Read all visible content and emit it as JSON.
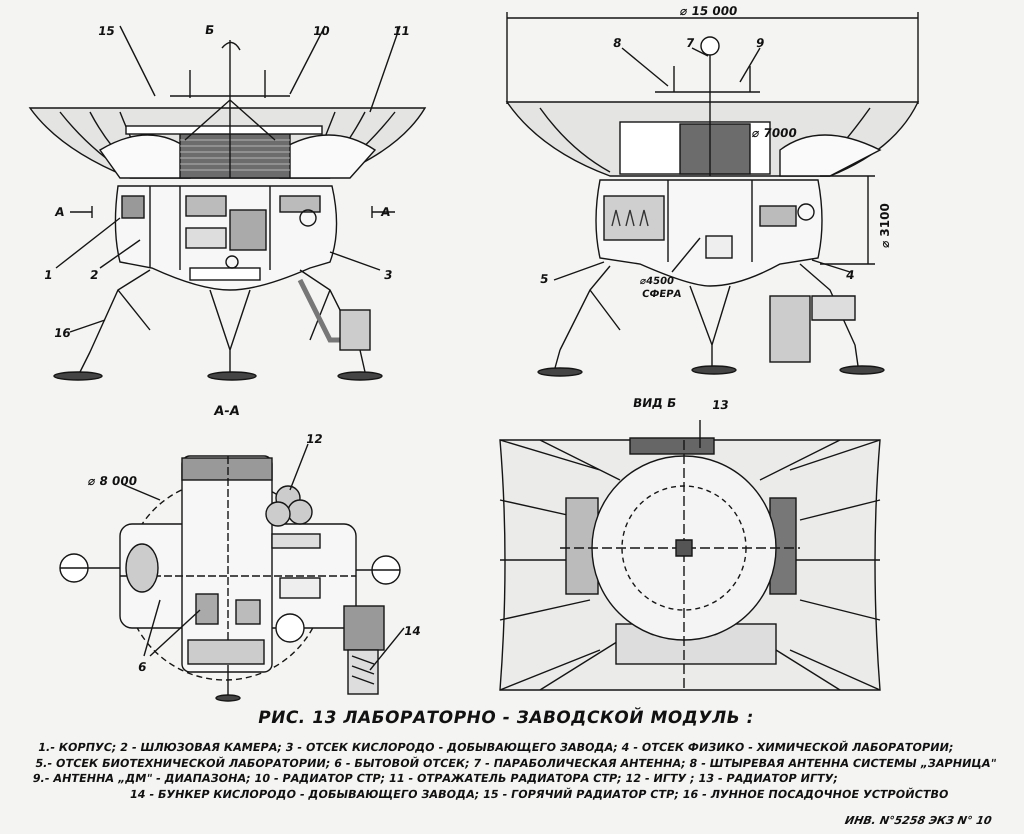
{
  "title": "РИС. 13 ЛАБОРАТОРНО - ЗАВОДСКОЙ МОДУЛЬ :",
  "legend": [
    "1.- КОРПУС; 2 - ШЛЮЗОВАЯ КАМЕРА; 3 - ОТСЕК КИСЛОРОДО - ДОБЫВАЮЩЕГО ЗАВОДА; 4 - ОТСЕК ФИЗИКО - ХИМИЧЕСКОЙ ЛАБОРАТОРИИ;",
    "5.- ОТСЕК БИОТЕХНИЧЕСКОЙ ЛАБОРАТОРИИ; 6 - БЫТОВОЙ ОТСЕК; 7 - ПАРАБОЛИЧЕСКАЯ АНТЕННА; 8 - ШТЫРЕВАЯ АНТЕННА СИСТЕМЫ „ЗАРНИЦА\"",
    "9.- АНТЕННА „ДМ\" - ДИАПАЗОНА; 10 - РАДИАТОР СТР; 11 - ОТРАЖАТЕЛЬ РАДИАТОРА СТР; 12 - ИГТУ ;     13 - РАДИАТОР ИГТУ;",
    "14 - БУНКЕР КИСЛОРОДО - ДОБЫВАЮЩЕГО ЗАВОДА; 15 - ГОРЯЧИЙ РАДИАТОР СТР; 16 - ЛУННОЕ ПОСАДОЧНОЕ УСТРОЙСТВО"
  ],
  "inventory": "ИНВ. N°5258 ЭКЗ N° 10",
  "views": {
    "section": "А-А",
    "view_b": "ВИД Б",
    "section_mark": "А",
    "view_mark": "Б"
  },
  "dimensions": {
    "d15000": "⌀ 15 000",
    "d7000": "⌀ 7000",
    "d3100": "⌀ 3100",
    "d4500": "⌀4500",
    "sphere": "СФЕРА",
    "d8000": "⌀ 8 000"
  },
  "callouts": {
    "n1": "1",
    "n2": "2",
    "n3": "3",
    "n4": "4",
    "n5": "5",
    "n6": "6",
    "n7": "7",
    "n8": "8",
    "n9": "9",
    "n10": "10",
    "n11": "11",
    "n12": "12",
    "n13": "13",
    "n14": "14",
    "n15": "15",
    "n16": "16"
  }
}
